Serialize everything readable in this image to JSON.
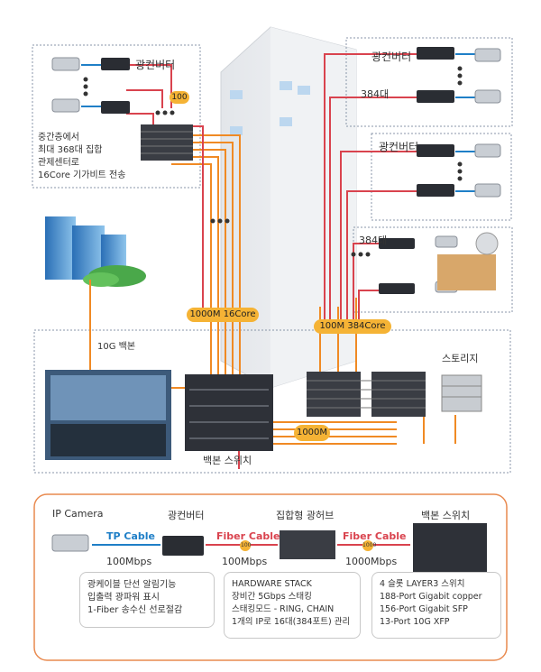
{
  "top": {
    "group1": {
      "converter_label": "광컨버터",
      "badge": "100",
      "note_lines": [
        "중간층에서",
        "최대 368대 집합",
        "관제센터로",
        "16Core 기가비트 전송"
      ]
    },
    "group2": {
      "converter_label": "광컨버터",
      "count_label": "384대"
    },
    "group3": {
      "converter_label": "광컨버터",
      "count_label": "384대"
    },
    "link_16core": "1000M 16Core",
    "link_384core": "100M 384Core",
    "backbone_10g": "10G 백본",
    "link_1000m": "1000M",
    "storage_label": "스토리지",
    "backbone_switch_label": "백본 스위치"
  },
  "legend": {
    "ip_camera": "IP Camera",
    "converter": "광컨버터",
    "hub": "집합형 광허브",
    "backbone_switch": "백본 스위치",
    "tp_cable": "TP Cable",
    "fiber_cable_1": "Fiber Cable",
    "fiber_cable_2": "Fiber Cable",
    "speed_1": "100Mbps",
    "speed_2": "100Mbps",
    "speed_3": "1000Mbps",
    "mini_badge_1": "100",
    "mini_badge_2": "1000",
    "converter_notes": [
      "광케이블 단선 알림기능",
      "입출력 광파워 표시",
      "1-Fiber 송수신 선로절감"
    ],
    "hub_notes": [
      "HARDWARE STACK",
      "장비간 5Gbps 스태킹",
      "스태킹모드 - RING, CHAIN",
      "1개의 IP로 16대(384포트) 관리"
    ],
    "switch_notes": [
      "4 슬롯 LAYER3 스위치",
      "188-Port Gigabit copper",
      "156-Port Gigabit SFP",
      "13-Port 10G XFP"
    ]
  },
  "colors": {
    "fiber": "#d9434e",
    "tp": "#1f7fc7",
    "orange": "#f08a24",
    "accent": "#f5b335",
    "border": "#e98a4f"
  }
}
